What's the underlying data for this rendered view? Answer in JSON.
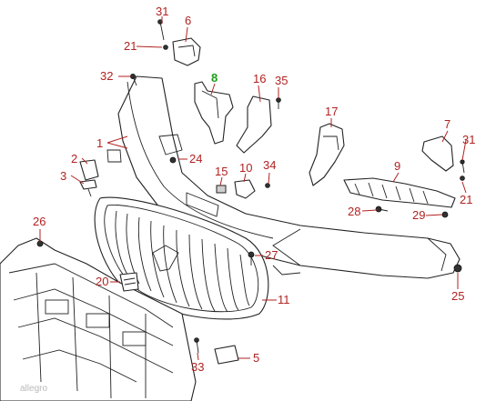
{
  "callouts": {
    "c1": "1",
    "c2": "2",
    "c3": "3",
    "c5": "5",
    "c6": "6",
    "c7": "7",
    "c8": "8",
    "c9": "9",
    "c10": "10",
    "c11": "11",
    "c15": "15",
    "c16": "16",
    "c17": "17",
    "c20": "20",
    "c21a": "21",
    "c21b": "21",
    "c24": "24",
    "c25": "25",
    "c26": "26",
    "c27": "27",
    "c28": "28",
    "c29": "29",
    "c31a": "31",
    "c31b": "31",
    "c32": "32",
    "c33": "33",
    "c34": "34",
    "c35": "35"
  },
  "colors": {
    "callout": "#b22222",
    "highlight_callout": "#19a019",
    "line": "#222222"
  },
  "watermark": "allegro"
}
